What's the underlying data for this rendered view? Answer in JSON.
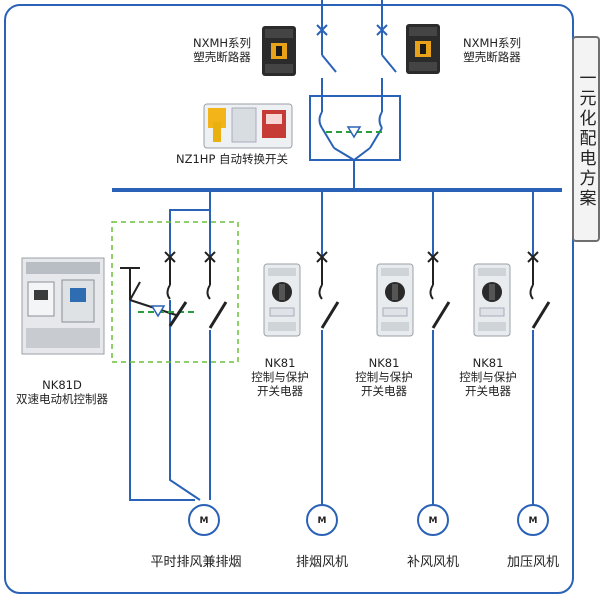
{
  "side_tab": {
    "text": "一元化配电方案"
  },
  "breakers": {
    "left": {
      "line1": "NXMH系列",
      "line2": "塑壳断路器"
    },
    "right": {
      "line1": "NXMH系列",
      "line2": "塑壳断路器"
    }
  },
  "ats": {
    "label": "NZ1HP 自动转换开关"
  },
  "controller": {
    "line1": "NK81D",
    "line2": "双速电动机控制器"
  },
  "protectors": [
    {
      "line1": "NK81",
      "line2": "控制与保护",
      "line3": "开关电器"
    },
    {
      "line1": "NK81",
      "line2": "控制与保护",
      "line3": "开关电器"
    },
    {
      "line1": "NK81",
      "line2": "控制与保护",
      "line3": "开关电器"
    }
  ],
  "motors": [
    {
      "symbol": "M",
      "name": "平时排风兼排烟"
    },
    {
      "symbol": "M",
      "name": "排烟风机"
    },
    {
      "symbol": "M",
      "name": "补风风机"
    },
    {
      "symbol": "M",
      "name": "加压风机"
    }
  ],
  "colors": {
    "line": "#2a62b7",
    "dark": "#222222",
    "dashed_box": "#6cbf3a"
  }
}
